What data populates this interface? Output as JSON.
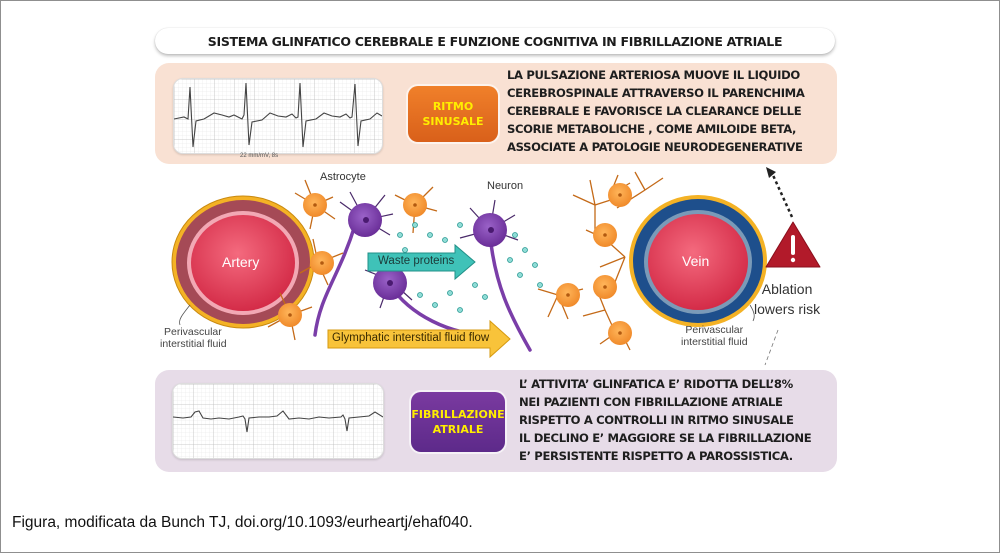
{
  "title": "SISTEMA GLINFATICO CEREBRALE E FUNZIONE COGNITIVA IN FIBRILLAZIONE ATRIALE",
  "top_panel": {
    "ecg_caption": "22 mm/mV, 8s",
    "badge_lines": [
      "RITMO",
      "SINUSALE"
    ],
    "text_lines": [
      "LA PULSAZIONE ARTERIOSA MUOVE IL LIQUIDO",
      "CEREBROSPINALE ATTRAVERSO IL PARENCHIMA",
      "CEREBRALE  E FAVORISCE LA CLEARANCE DELLE",
      "SCORIE METABOLICHE , COME AMILOIDE BETA,",
      "ASSOCIATE A PATOLOGIE NEURODEGENERATIVE"
    ],
    "colors": {
      "panel": "#f9e1d3",
      "badge": "#e36d22",
      "badge_text": "#ffee00"
    }
  },
  "diagram": {
    "artery_label": "Artery",
    "vein_label": "Vein",
    "astrocyte_label": "Astrocyte",
    "neuron_label": "Neuron",
    "waste_label": "Waste proteins",
    "flow_label": "Glymphatic interstitial fluid flow",
    "perivascular_left": [
      "Perivascular",
      "interstitial fluid"
    ],
    "perivascular_right": [
      "Perivascular",
      "interstitial fluid"
    ],
    "ablation_lines": [
      "Ablation",
      "lowers risk"
    ],
    "colors": {
      "artery": "#e03a55",
      "vein": "#e04a60",
      "vein_ring": "#1e4f8c",
      "astrocyte": "#f59a3c",
      "neuron": "#7a3ea8",
      "waste": "#2fb8b0",
      "flow": "#f8c33a",
      "warning": "#b21a2a"
    }
  },
  "bottom_panel": {
    "badge_lines": [
      "FIBRILLAZIONE",
      "ATRIALE"
    ],
    "text_lines": [
      "L’ ATTIVITA’ GLINFATICA E’ RIDOTTA DELL’8%",
      "NEI PAZIENTI CON FIBRILLAZIONE ATRIALE",
      "RISPETTO A CONTROLLI IN RITMO SINUSALE",
      "IL DECLINO E’ MAGGIORE SE LA FIBRILLAZIONE",
      "E’ PERSISTENTE RISPETTO A PAROSSISTICA."
    ],
    "colors": {
      "panel": "#e7dce8",
      "badge": "#6a309a",
      "badge_text": "#ffee00"
    }
  },
  "caption": "Figura, modificata da Bunch TJ, doi.org/10.1093/eurheartj/ehaf040."
}
